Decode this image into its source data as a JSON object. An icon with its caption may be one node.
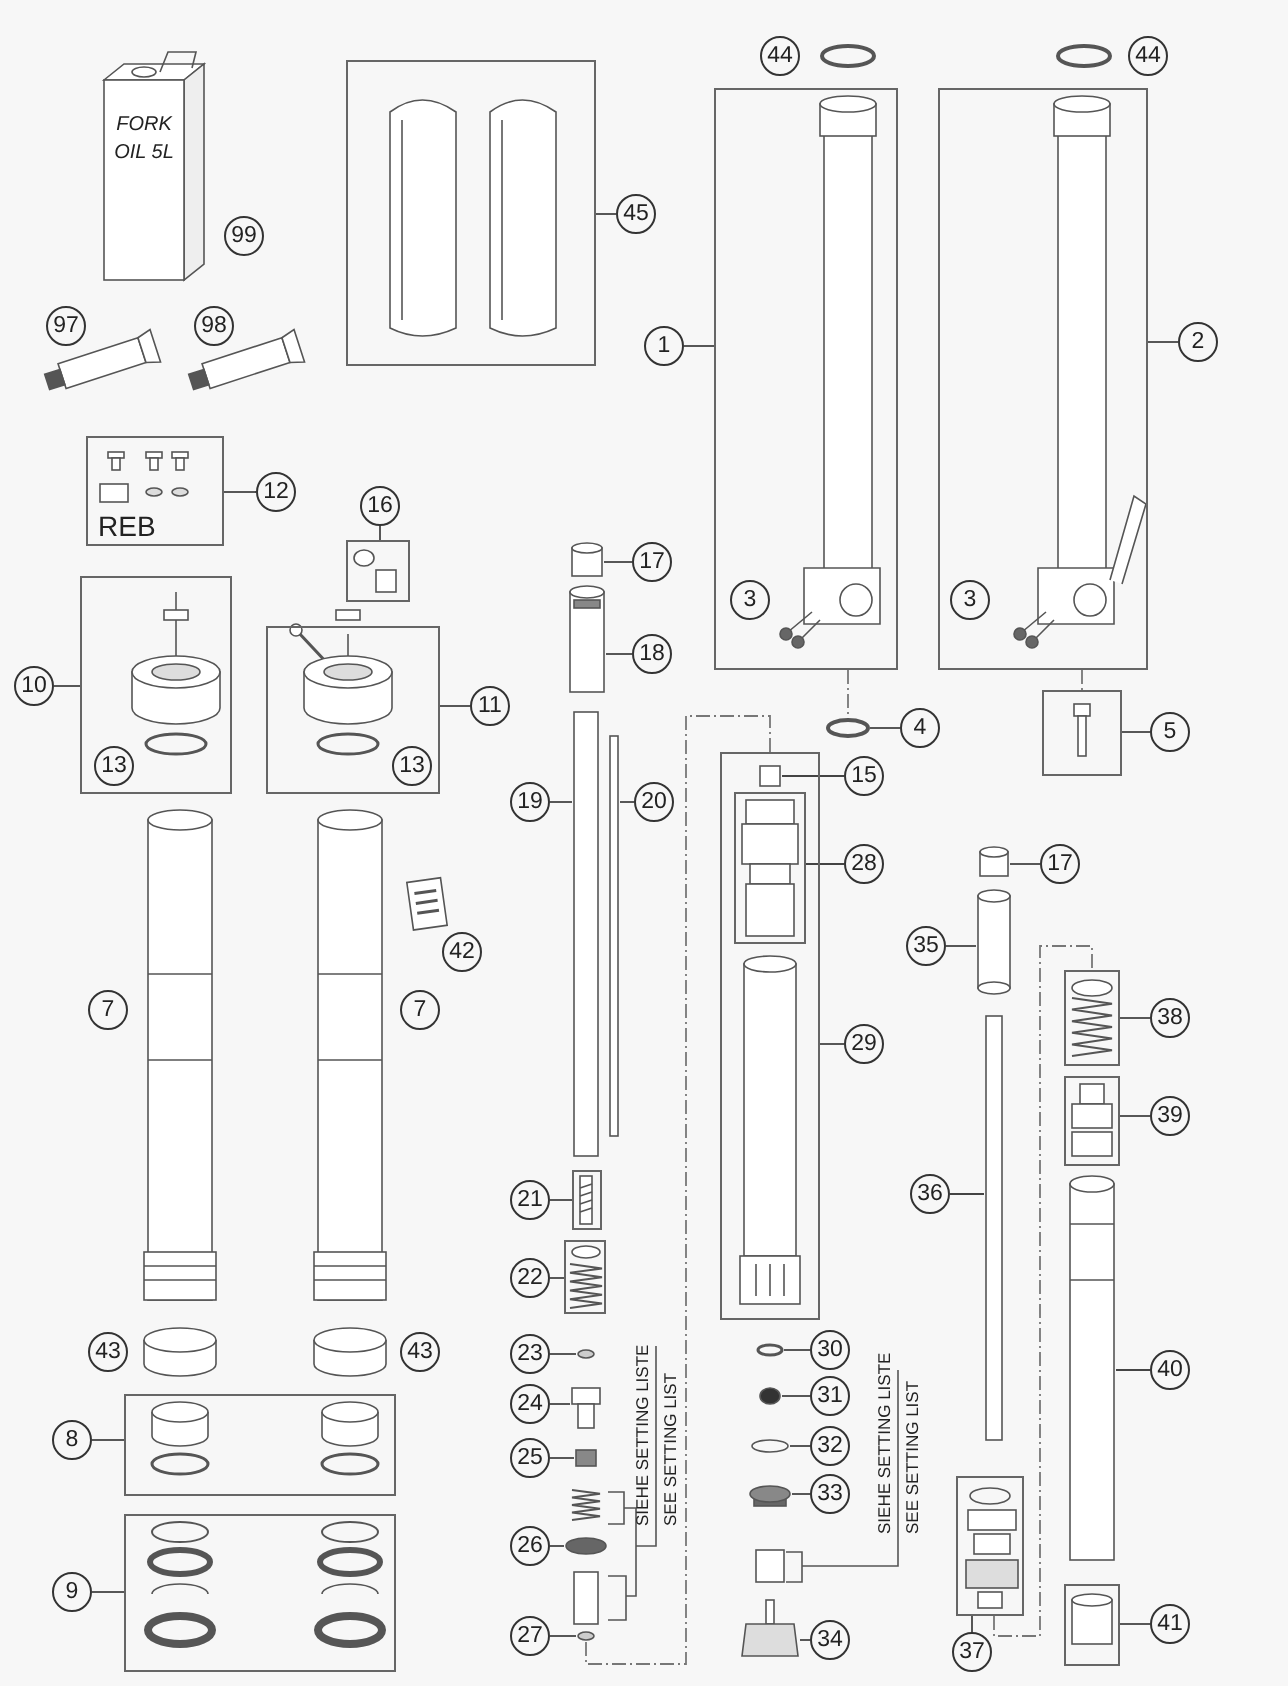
{
  "diagram": {
    "nodes": [
      {
        "text": [],
        "shape": "box"
      },
      {
        "text": [
          "45"
        ]
      },
      {
        "text": [],
        "shape": "box"
      },
      {
        "text": [
          "1"
        ]
      },
      {
        "text": [],
        "shape": "box"
      },
      {
        "text": [
          "2"
        ]
      },
      {
        "text": [
          "REB"
        ]
      },
      {
        "text": [
          "12"
        ]
      },
      {
        "text": [
          "16"
        ]
      },
      {
        "text": [],
        "shape": "box"
      },
      {
        "text": [
          "17"
        ]
      },
      {
        "text": [],
        "shape": "box"
      },
      {
        "text": [
          "10"
        ]
      },
      {
        "text": [],
        "shape": "box"
      },
      {
        "text": [
          "11"
        ]
      },
      {
        "text": [
          "18"
        ]
      },
      {
        "text": [
          "4"
        ]
      },
      {
        "text": [],
        "shape": "box"
      },
      {
        "text": [
          "5"
        ]
      },
      {
        "text": [],
        "shape": "box"
      },
      {
        "text": [],
        "shape": "box",
        "in": 19
      },
      {
        "text": [
          "15"
        ]
      },
      {
        "text": [
          "28"
        ]
      },
      {
        "text": [
          "19"
        ]
      },
      {
        "text": [
          "20"
        ]
      },
      {
        "text": [
          "17"
        ]
      },
      {
        "text": [
          "35"
        ]
      },
      {
        "text": [],
        "shape": "box"
      },
      {
        "text": [
          "38"
        ]
      },
      {
        "text": [
          "29"
        ]
      },
      {
        "text": [],
        "shape": "box"
      },
      {
        "text": [
          "39"
        ]
      },
      {
        "text": [
          "21"
        ]
      },
      {
        "text": [],
        "shape": "box"
      },
      {
        "text": [
          "36"
        ]
      },
      {
        "text": [
          "22"
        ]
      },
      {
        "text": [],
        "shape": "box"
      },
      {
        "text": [
          "30"
        ]
      },
      {
        "text": [
          "23"
        ]
      },
      {
        "text": [
          "40"
        ]
      },
      {
        "text": [
          "31"
        ]
      },
      {
        "text": [
          "24"
        ]
      },
      {
        "text": [
          "32"
        ]
      },
      {
        "text": [
          "25"
        ]
      },
      {
        "text": [],
        "shape": "box"
      },
      {
        "text": [
          "8"
        ]
      },
      {
        "text": [
          "33"
        ]
      },
      {
        "text": [],
        "shape": "box"
      },
      {
        "text": [
          "26"
        ]
      },
      {
        "text": [
          "9"
        ]
      },
      {
        "text": [],
        "shape": "box"
      },
      {
        "text": [
          "41"
        ]
      },
      {
        "text": [],
        "shape": "box"
      },
      {
        "text": [
          "37"
        ]
      },
      {
        "text": [
          "27"
        ]
      },
      {
        "text": [
          "34"
        ]
      },
      {
        "text": [
          "44"
        ]
      },
      {
        "text": [
          "44"
        ]
      },
      {
        "text": [
          "99"
        ]
      },
      {
        "text": [
          "97"
        ]
      },
      {
        "text": [
          "98"
        ]
      },
      {
        "text": [
          "3"
        ],
        "in": 2
      },
      {
        "text": [
          "3"
        ],
        "in": 4
      },
      {
        "text": [
          "13"
        ],
        "in": 11
      },
      {
        "text": [
          "13"
        ],
        "in": 13
      },
      {
        "text": [
          "42"
        ]
      },
      {
        "text": [
          "7"
        ]
      },
      {
        "text": [
          "7"
        ]
      },
      {
        "text": [
          "43"
        ]
      },
      {
        "text": [
          "43"
        ]
      },
      {
        "text": [],
        "shape": "box"
      },
      {
        "text": [],
        "shape": "cylinder"
      },
      {
        "text": [],
        "shape": "circle"
      },
      {
        "text": [],
        "shape": "box",
        "in": 19
      },
      {
        "text": [],
        "shape": "bar"
      },
      {
        "text": [],
        "shape": "bar"
      },
      {
        "text": [],
        "shape": "box"
      },
      {
        "text": [],
        "shape": "cylinder"
      },
      {
        "text": [],
        "shape": "bar"
      },
      {
        "text": [],
        "shape": "circle"
      },
      {
        "text": [],
        "shape": "circle"
      },
      {
        "text": [],
        "shape": "cylinder"
      },
      {
        "text": [],
        "shape": "circle"
      },
      {
        "text": [],
        "shape": "box"
      },
      {
        "text": [],
        "shape": "circle"
      },
      {
        "text": [],
        "shape": "box"
      },
      {
        "text": [],
        "shape": "circle"
      },
      {
        "text": [],
        "shape": "box"
      },
      {
        "text": [],
        "shape": "circle"
      },
      {
        "text": [],
        "shape": "box"
      }
    ],
    "edges": [
      {
        "from": 1,
        "to": 0,
        "arrow": "none"
      },
      {
        "from": 3,
        "to": 2,
        "arrow": "none"
      },
      {
        "from": 5,
        "to": 4,
        "arrow": "none"
      },
      {
        "from": 7,
        "to": 6,
        "arrow": "none"
      },
      {
        "from": 8,
        "to": 9,
        "arrow": "none"
      },
      {
        "from": 10,
        "to": 70,
        "arrow": "none"
      },
      {
        "from": 12,
        "to": 11,
        "arrow": "none"
      },
      {
        "from": 14,
        "to": 13,
        "arrow": "none"
      },
      {
        "from": 15,
        "to": 71,
        "arrow": "none"
      },
      {
        "from": 16,
        "to": 72,
        "arrow": "none"
      },
      {
        "from": 18,
        "to": 17,
        "arrow": "none"
      },
      {
        "from": 21,
        "to": 73,
        "arrow": "none"
      },
      {
        "from": 22,
        "to": 20,
        "arrow": "none"
      },
      {
        "from": 23,
        "to": 74,
        "arrow": "none"
      },
      {
        "from": 24,
        "to": 75,
        "arrow": "none"
      },
      {
        "from": 25,
        "to": 76,
        "arrow": "none"
      },
      {
        "from": 26,
        "to": 77,
        "arrow": "none"
      },
      {
        "from": 28,
        "to": 27,
        "arrow": "none"
      },
      {
        "from": 29,
        "to": 19,
        "arrow": "none"
      },
      {
        "from": 31,
        "to": 30,
        "arrow": "none"
      },
      {
        "from": 32,
        "to": 33,
        "arrow": "none"
      },
      {
        "from": 34,
        "to": 78,
        "arrow": "none"
      },
      {
        "from": 35,
        "to": 36,
        "arrow": "none"
      },
      {
        "from": 37,
        "to": 79,
        "arrow": "none"
      },
      {
        "from": 38,
        "to": 80,
        "arrow": "none"
      },
      {
        "from": 39,
        "to": 81,
        "arrow": "none"
      },
      {
        "from": 40,
        "to": 82,
        "arrow": "none"
      },
      {
        "from": 41,
        "to": 83,
        "arrow": "none"
      },
      {
        "from": 42,
        "to": 84,
        "arrow": "none"
      },
      {
        "from": 43,
        "to": 85,
        "arrow": "none"
      },
      {
        "from": 45,
        "to": 44,
        "arrow": "none"
      },
      {
        "from": 46,
        "to": 86,
        "arrow": "none"
      },
      {
        "from": 49,
        "to": 47,
        "arrow": "none"
      },
      {
        "from": 48,
        "to": 87,
        "arrow": "none"
      },
      {
        "from": 51,
        "to": 50,
        "arrow": "none"
      },
      {
        "from": 53,
        "to": 52,
        "arrow": "none"
      },
      {
        "from": 54,
        "to": 88,
        "arrow": "none"
      },
      {
        "from": 55,
        "to": 89,
        "arrow": "none"
      },
      {
        "from": 2,
        "to": 72,
        "arrow": "none",
        "style": "dashed"
      },
      {
        "from": 4,
        "to": 17,
        "arrow": "none",
        "style": "dashed"
      },
      {
        "from": 88,
        "to": 19,
        "arrow": "none",
        "style": "dashed"
      },
      {
        "from": 52,
        "to": 27,
        "arrow": "none",
        "style": "dashed"
      }
    ],
    "labels": [
      "FORK OIL 5L",
      "SIEHE SETTING LISTE",
      "SEE SETTING LIST",
      "SIEHE SETTING LISTE",
      "SEE SETTING LIST"
    ]
  }
}
